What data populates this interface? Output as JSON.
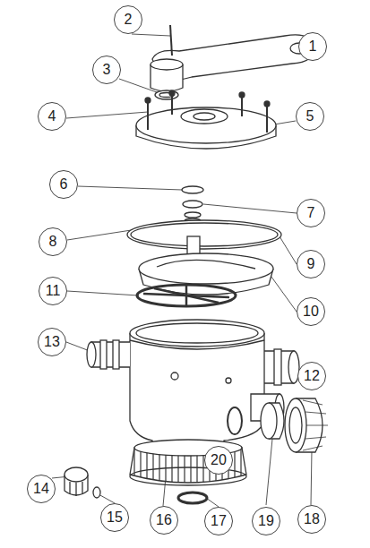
{
  "diagram": {
    "nodes": [
      {
        "text": [
          "1"
        ]
      },
      {
        "text": [
          "2"
        ]
      },
      {
        "text": [
          "3"
        ]
      },
      {
        "text": [
          "4"
        ]
      },
      {
        "text": [
          "5"
        ]
      },
      {
        "text": [
          "6"
        ]
      },
      {
        "text": [
          "7"
        ]
      },
      {
        "text": [
          "8"
        ]
      },
      {
        "text": [
          "9"
        ]
      },
      {
        "text": [
          "10"
        ]
      },
      {
        "text": [
          "11"
        ]
      },
      {
        "text": [
          "12"
        ]
      },
      {
        "text": [
          "13"
        ]
      },
      {
        "text": [
          "14"
        ]
      },
      {
        "text": [
          "15"
        ]
      },
      {
        "text": [
          "16"
        ]
      },
      {
        "text": [
          "17"
        ]
      },
      {
        "text": [
          "18"
        ]
      },
      {
        "text": [
          "19"
        ]
      },
      {
        "text": [
          "20"
        ]
      }
    ]
  }
}
